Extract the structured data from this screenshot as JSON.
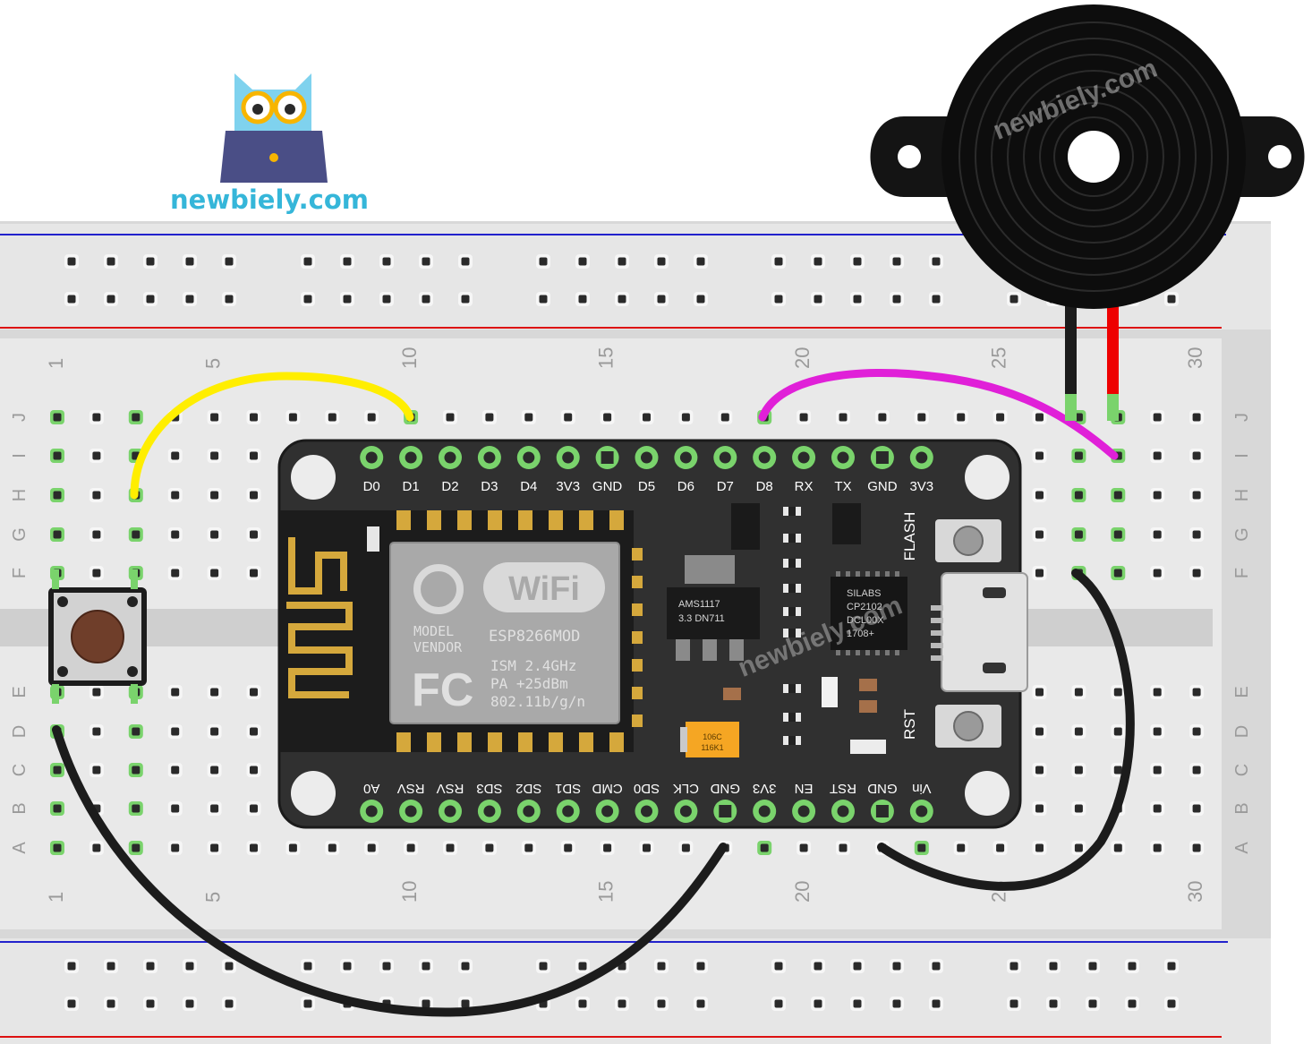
{
  "brand": {
    "site": "newbiely.com",
    "watermark": "newbiely.com"
  },
  "breadboard": {
    "column_numbers_top": [
      "1",
      "5",
      "10",
      "15",
      "20",
      "25",
      "30"
    ],
    "column_numbers_bottom": [
      "1",
      "5",
      "10",
      "15",
      "20",
      "25",
      "30"
    ],
    "row_letters_top": [
      "J",
      "I",
      "H",
      "G",
      "F"
    ],
    "row_letters_bottom": [
      "E",
      "D",
      "C",
      "B",
      "A"
    ]
  },
  "board": {
    "top_pins": [
      "D0",
      "D1",
      "D2",
      "D3",
      "D4",
      "3V3",
      "GND",
      "D5",
      "D6",
      "D7",
      "D8",
      "RX",
      "TX",
      "GND",
      "3V3"
    ],
    "bottom_pins": [
      "A0",
      "RSV",
      "RSV",
      "SD3",
      "SD2",
      "SD1",
      "CMD",
      "SD0",
      "CLK",
      "GND",
      "3V3",
      "EN",
      "RST",
      "GND",
      "Vin"
    ],
    "module": {
      "wifi": "WiFi",
      "model": "MODEL",
      "vendor": "VENDOR",
      "name": "ESP8266MOD",
      "fc": "FC",
      "spec1": "ISM 2.4GHz",
      "spec2": "PA  +25dBm",
      "spec3": "802.11b/g/n"
    },
    "regulator": [
      "AMS1117",
      "3.3  DN711"
    ],
    "usb_chip": [
      "SILABS",
      "CP2102",
      "DCL00X",
      "1708+"
    ],
    "capacitor": [
      "106C",
      "116K1"
    ],
    "buttons": {
      "flash": "FLASH",
      "rst": "RST"
    }
  },
  "colors": {
    "wire_yellow": "#ffee00",
    "wire_magenta": "#e020d8",
    "wire_black": "#1c1c1c",
    "wire_red": "#ee0000",
    "brand": "#35b6d9",
    "rail_blue": "#2222cc",
    "rail_red": "#dd1111",
    "hole_green": "#7ad36c"
  },
  "icons": [
    "owl-logo-icon",
    "piezo-buzzer-icon",
    "push-button-icon",
    "esp8266-nodemcu-board-icon"
  ]
}
